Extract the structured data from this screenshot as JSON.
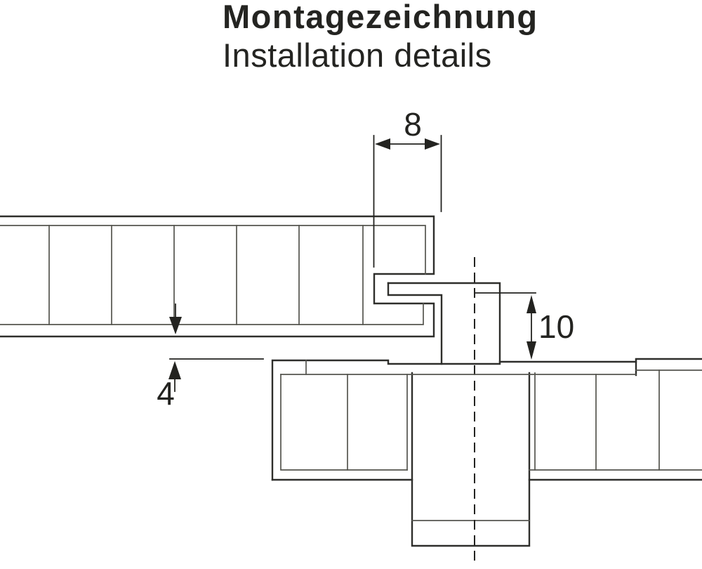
{
  "title": {
    "line1": "Montagezeichnung",
    "line2": "Installation details"
  },
  "dimensions": {
    "top_mm": "8",
    "right_mm": "10",
    "left_mm": "4"
  },
  "colors": {
    "line_dark": "#2e2e2b",
    "line_soft": "#55554f",
    "dimension": "#232320",
    "text": "#242421",
    "background": "#ffffff"
  }
}
